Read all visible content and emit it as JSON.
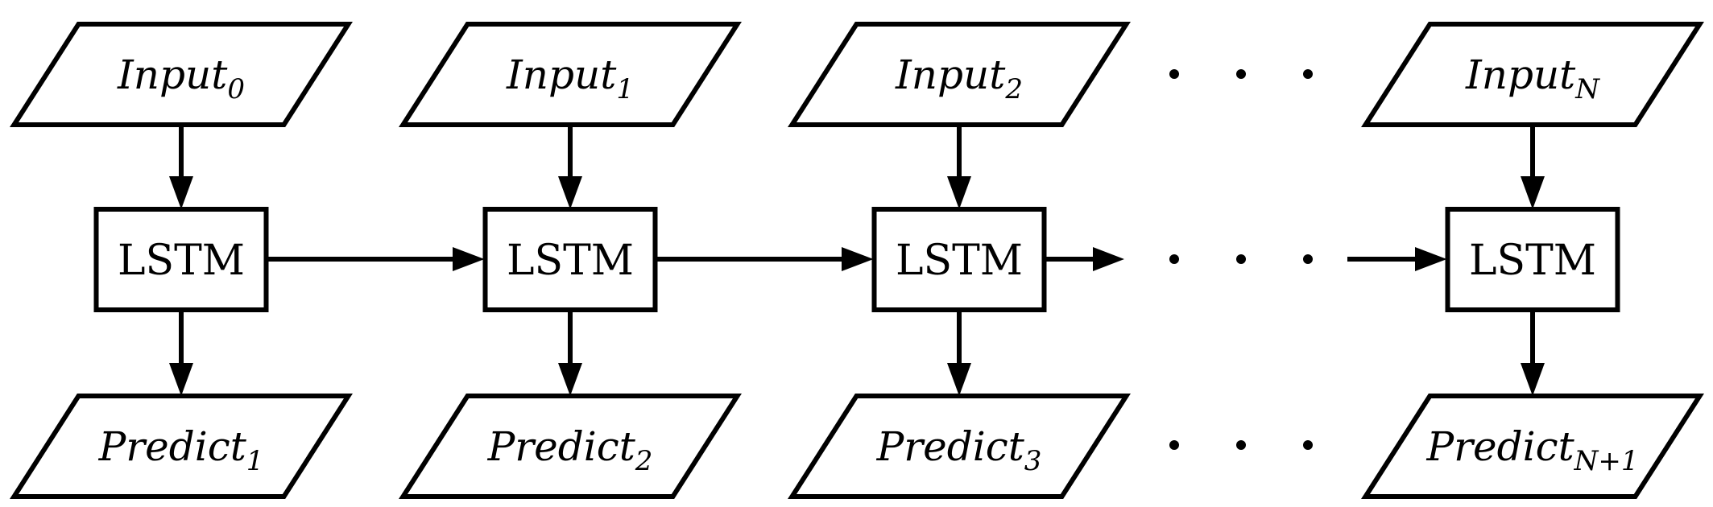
{
  "colors": {
    "line": "#000000",
    "background": "#ffffff",
    "text": "#000000"
  },
  "columns": [
    {
      "input_main": "Input",
      "input_sub": "0",
      "lstm_label": "LSTM",
      "predict_main": "Predict",
      "predict_sub": "1"
    },
    {
      "input_main": "Input",
      "input_sub": "1",
      "lstm_label": "LSTM",
      "predict_main": "Predict",
      "predict_sub": "2"
    },
    {
      "input_main": "Input",
      "input_sub": "2",
      "lstm_label": "LSTM",
      "predict_main": "Predict",
      "predict_sub": "3"
    },
    {
      "input_main": "Input",
      "input_sub": "N",
      "lstm_label": "LSTM",
      "predict_main": "Predict",
      "predict_sub": "N+1"
    }
  ],
  "ellipsis": {
    "rows": 3,
    "dots_per_row": 3
  }
}
